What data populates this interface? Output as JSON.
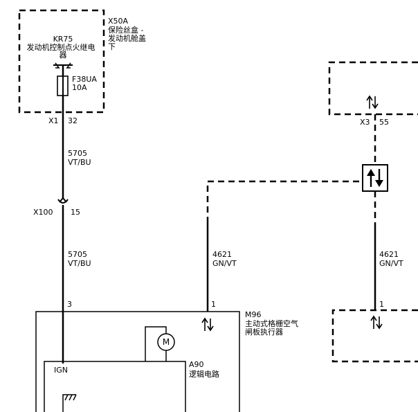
{
  "fusebox": {
    "code": "X50A",
    "name_lines": [
      "保险丝盒 -",
      "发动机舱盖",
      "下"
    ],
    "relay_code": "KR75",
    "relay_name_lines": [
      "发动机控制点火继电",
      "器"
    ],
    "fuse_code": "F38UA",
    "fuse_rating": "10A",
    "connector": "X1",
    "pin": "32"
  },
  "wire_upper": {
    "circuit": "5705",
    "color": "VT/BU"
  },
  "inline_connector": {
    "code": "X100",
    "pin": "15"
  },
  "wire_lower": {
    "circuit": "5705",
    "color": "VT/BU"
  },
  "module": {
    "code": "M96",
    "name_lines": [
      "主动式格栅空气",
      "闸板执行器"
    ],
    "pin_ign": "3",
    "pin_data": "1",
    "motor_symbol": "M",
    "logic_code": "A90",
    "logic_name": "逻辑电路",
    "ign_label": "IGN"
  },
  "wire_data": {
    "circuit": "4621",
    "color": "GN/VT"
  },
  "remote_top": {
    "connector": "X3",
    "pin": "55"
  },
  "wire_remote": {
    "circuit": "4621",
    "color": "GN/VT"
  },
  "remote_bottom": {
    "pin": "1"
  }
}
